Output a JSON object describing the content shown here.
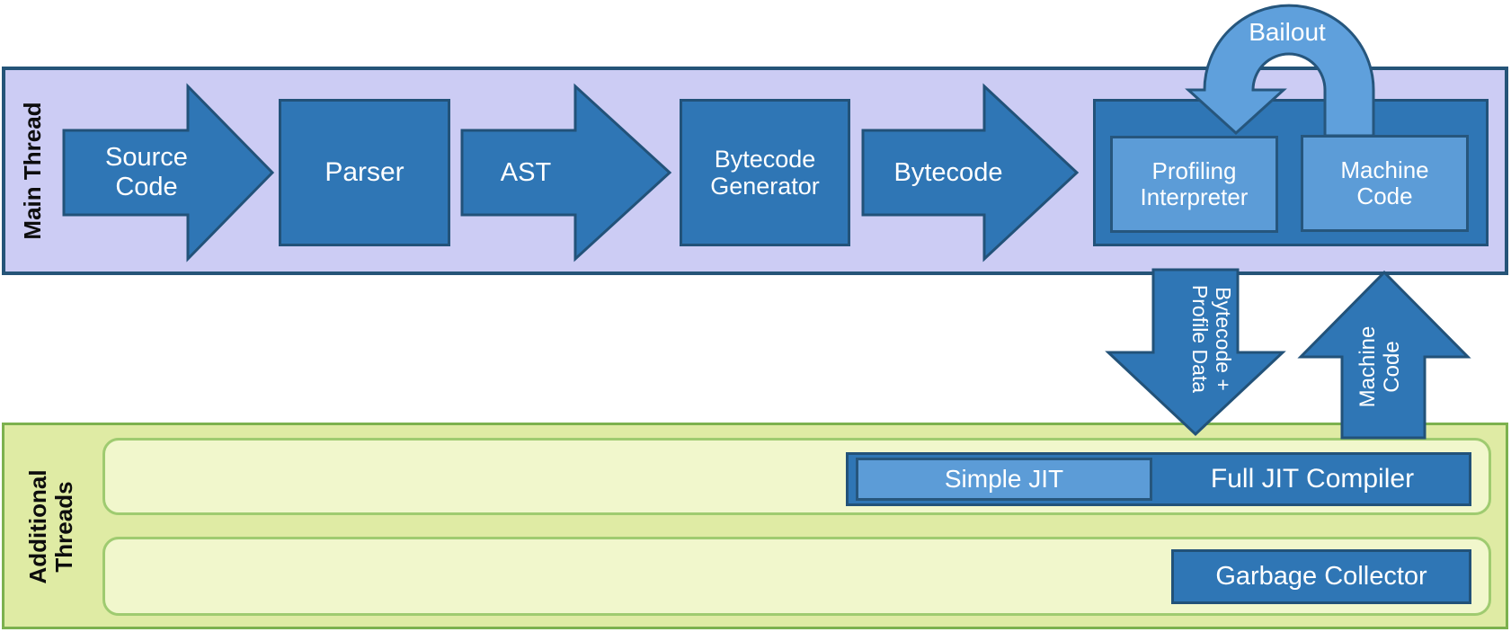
{
  "palette": {
    "blue_fill": "#2F76B5",
    "blue_border": "#225279",
    "light_blue_fill": "#5C9CD7",
    "bailout_fill": "#5FA0DC",
    "lavender_band": "#CCCCF4",
    "lavender_border": "#255478",
    "green_band": "#DFEBA4",
    "green_border": "#7CB14E",
    "row_fill": "#F1F7CC",
    "row_border": "#9FCB70",
    "text_on_blue": "#FFFFFF",
    "text_on_band": "#0D0D0D"
  },
  "main_thread": {
    "label": "Main Thread",
    "source_code_arrow": "Source\nCode",
    "parser_box": "Parser",
    "ast_arrow": "AST",
    "bytecode_generator_box": "Bytecode\nGenerator",
    "bytecode_arrow": "Bytecode",
    "execution_unit": {
      "profiling_interpreter_box": "Profiling\nInterpreter",
      "machine_code_box": "Machine\nCode",
      "bailout_arrow": "Bailout"
    }
  },
  "transfers": {
    "to_additional_threads_arrow": "Bytecode +\nProfile Data",
    "to_main_thread_arrow": "Machine\nCode"
  },
  "additional_threads": {
    "label": "Additional\nThreads",
    "jit_row": {
      "simple_jit_box": "Simple JIT",
      "full_jit_compiler_bar": "Full JIT Compiler"
    },
    "gc_row": {
      "garbage_collector_box": "Garbage Collector"
    }
  }
}
